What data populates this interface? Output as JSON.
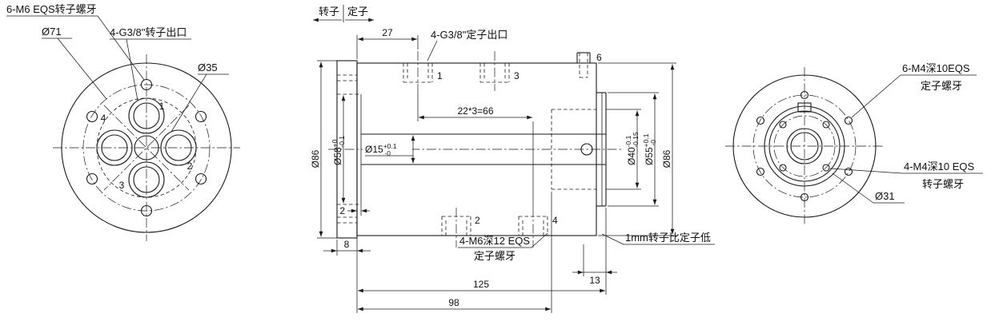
{
  "drawing": {
    "background": "#ffffff",
    "line_color": "#1a1a1a"
  },
  "left_view": {
    "leader_rotor_thread": "6-M6 EQS转子螺牙",
    "leader_bolt_circle_dia": "Ø71",
    "leader_rotor_outlet": "4-G3/8\"转子出口",
    "leader_port_dia": "Ø35",
    "port_labels": {
      "p1": "1",
      "p2": "2",
      "p3": "3",
      "p4": "4"
    }
  },
  "section_view": {
    "rotor_side_label": "转子",
    "stator_side_label": "定子",
    "leader_stator_outlet": "4-G3/8\"定子出口",
    "dims": {
      "d27": "27",
      "pitch": "22*3=66",
      "d2": "2",
      "d8": "8",
      "d13": "13",
      "d125": "125",
      "d98": "98",
      "d86_left": "Ø86",
      "d86_right": "Ø86",
      "d58": {
        "main": "Ø58",
        "upper": "+0",
        "lower": "-0.1"
      },
      "d15": {
        "main": "Ø15",
        "upper": "+0.1",
        "lower": "-0"
      },
      "d40": {
        "main": "Ø40",
        "upper": "-0.1",
        "lower": "-0.15"
      },
      "d55": {
        "main": "Ø55",
        "upper": "+0.1",
        "lower": "-0"
      }
    },
    "note_m6_line1": "4-M6深12 EQS",
    "note_m6_line2": "定子螺牙",
    "note_offset": "1mm转子比定子低",
    "port_labels": {
      "p1": "1",
      "p2": "2",
      "p3": "3",
      "p4": "4",
      "p6": "6"
    }
  },
  "right_view": {
    "leader_stator_thread_line1": "6-M4深10EQS",
    "leader_stator_thread_line2": "定子螺牙",
    "leader_rotor_thread_line1": "4-M4深10 EQS",
    "leader_rotor_thread_line2": "转子螺牙",
    "leader_rotor_bc_dia": "Ø31"
  }
}
